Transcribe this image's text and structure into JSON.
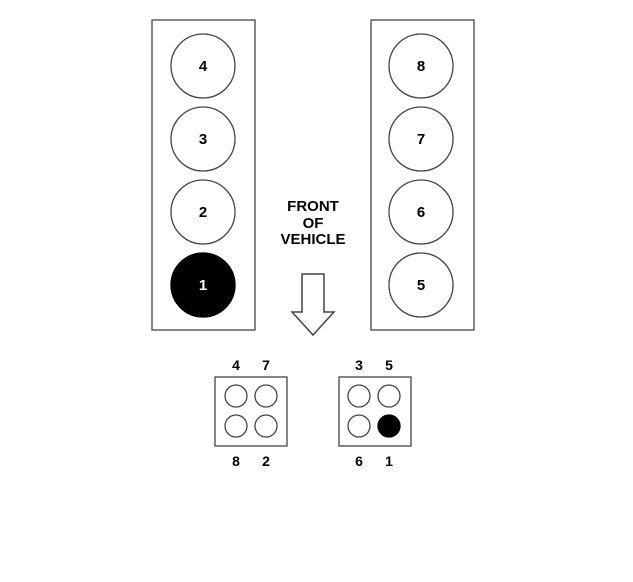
{
  "colors": {
    "stroke": "#444444",
    "fired": "#000000",
    "fired_text": "#ffffff",
    "text": "#000000",
    "background": "#ffffff"
  },
  "left_bank": {
    "cylinders": [
      {
        "label": "4",
        "filled": false
      },
      {
        "label": "3",
        "filled": false
      },
      {
        "label": "2",
        "filled": false
      },
      {
        "label": "1",
        "filled": true
      }
    ]
  },
  "right_bank": {
    "cylinders": [
      {
        "label": "8",
        "filled": false
      },
      {
        "label": "7",
        "filled": false
      },
      {
        "label": "6",
        "filled": false
      },
      {
        "label": "5",
        "filled": false
      }
    ]
  },
  "front_label": {
    "line1": "FRONT",
    "line2": "OF",
    "line3": "VEHICLE"
  },
  "arrow_icon": "down-arrow-outline",
  "coil_packs": {
    "left": {
      "top_labels": [
        "4",
        "7"
      ],
      "bottom_labels": [
        "8",
        "2"
      ],
      "terminals": [
        false,
        false,
        false,
        false
      ]
    },
    "right": {
      "top_labels": [
        "3",
        "5"
      ],
      "bottom_labels": [
        "6",
        "1"
      ],
      "terminals": [
        false,
        false,
        false,
        true
      ]
    }
  }
}
